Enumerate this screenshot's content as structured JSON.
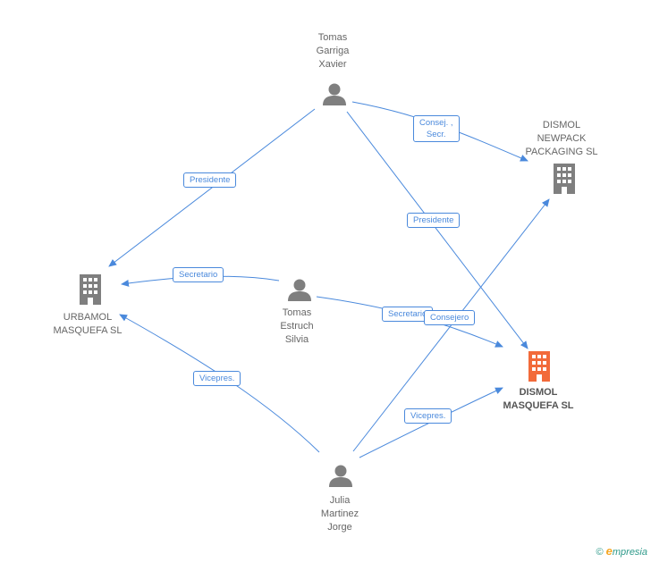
{
  "colors": {
    "edge": "#4a89dc",
    "person_icon": "#7f7f7f",
    "company_icon": "#7f7f7f",
    "company_main_icon": "#f26a3a",
    "node_text": "#666666"
  },
  "nodes": {
    "tomas_garriga": {
      "label": "Tomas\nGarriga\nXavier",
      "type": "person"
    },
    "tomas_estruch": {
      "label": "Tomas\nEstruch\nSilvia",
      "type": "person"
    },
    "julia_martinez": {
      "label": "Julia\nMartinez\nJorge",
      "type": "person"
    },
    "urbamol": {
      "label": "URBAMOL\nMASQUEFA SL",
      "type": "company"
    },
    "dismol_newpack": {
      "label": "DISMOL\nNEWPACK\nPACKAGING  SL",
      "type": "company"
    },
    "dismol_masquefa": {
      "label": "DISMOL\nMASQUEFA SL",
      "type": "company-main"
    }
  },
  "edges": {
    "e1": {
      "label": "Presidente"
    },
    "e2": {
      "label": "Consej. ,\nSecr."
    },
    "e3": {
      "label": "Presidente"
    },
    "e4": {
      "label": "Secretario"
    },
    "e5": {
      "label": "Secretario"
    },
    "e6": {
      "label": "Vicepres."
    },
    "e7": {
      "label": "Consejero"
    },
    "e8": {
      "label": "Vicepres."
    }
  },
  "footer": {
    "copyright": "©",
    "brand_e": "e",
    "brand_rest": "mpresia"
  }
}
